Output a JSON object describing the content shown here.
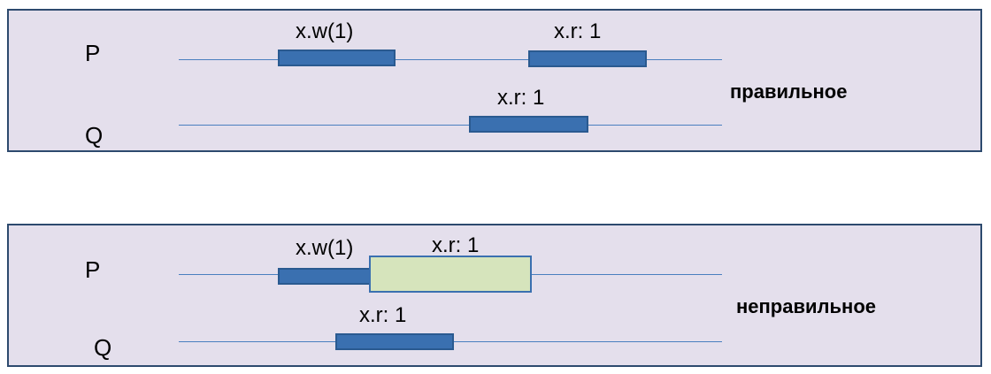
{
  "correct": {
    "P": "P",
    "Q": "Q",
    "p_write": "x.w(1)",
    "p_read": "x.r: 1",
    "q_read": "x.r: 1",
    "verdict": "правильное"
  },
  "incorrect": {
    "P": "P",
    "Q": "Q",
    "p_write": "x.w(1)",
    "p_read": "x.r: 1",
    "q_read": "x.r: 1",
    "verdict": "неправильное"
  },
  "colors": {
    "panel_bg": "#e4dfec",
    "panel_border": "#2d4a6e",
    "timeline": "#4a7fbf",
    "op_fill": "#3a70b0",
    "bad_op_fill": "#d6e4bc"
  }
}
